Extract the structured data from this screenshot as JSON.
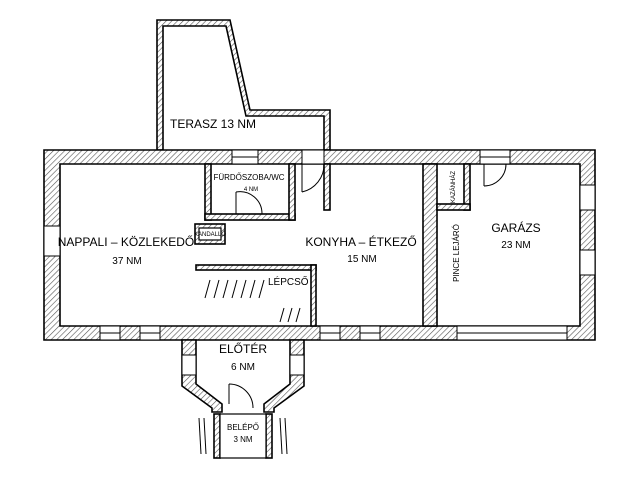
{
  "rooms": {
    "terasz": {
      "label": "TERASZ 13 NM"
    },
    "furdoszoba": {
      "name": "FÜRDŐSZOBA/WC",
      "area": "4 NM"
    },
    "kandallo": {
      "label": "KANDALLÓ"
    },
    "nappali": {
      "name": "NAPPALI – KÖZLEKEDŐ",
      "area": "37 NM"
    },
    "konyha": {
      "name": "KONYHA – ÉTKEZŐ",
      "area": "15 NM"
    },
    "lepcso": {
      "label": "LÉPCSŐ"
    },
    "kazanhaz": {
      "label": "KAZÁNHÁZ"
    },
    "pince": {
      "label": "PINCE LEJÁRÓ"
    },
    "garazs": {
      "name": "GARÁZS",
      "area": "23 NM"
    },
    "eloter": {
      "name": "ELŐTÉR",
      "area": "6 NM"
    },
    "belepo": {
      "name": "BELÉPŐ",
      "area": "3 NM"
    }
  },
  "colors": {
    "wall_stroke": "#000000",
    "hatch": "#555555",
    "background": "#ffffff"
  }
}
